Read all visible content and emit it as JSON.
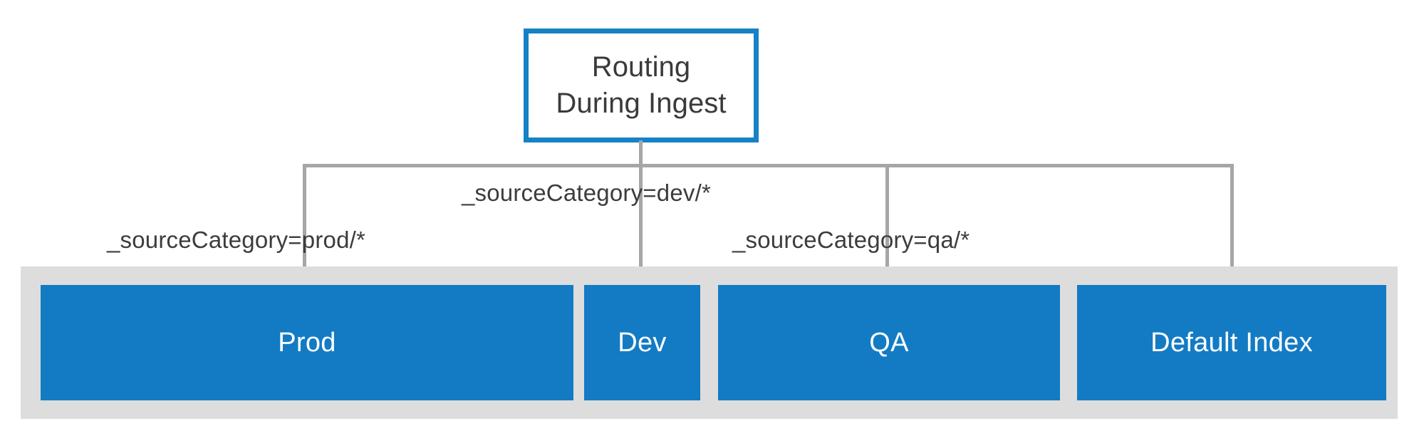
{
  "diagram": {
    "title": "Routing During Ingest",
    "source_node": {
      "label": "Routing\nDuring Ingest",
      "border_color": "#1681C4",
      "fill_color": "#FFFFFF",
      "text_color": "#3A3A3A"
    },
    "connector": {
      "color": "#A6A6A6",
      "style": "orthogonal-bus-with-arrowheads"
    },
    "container": {
      "name": "index-container",
      "fill_color": "#DDDDDD"
    },
    "edges": [
      {
        "id": "edge-prod",
        "label": "_sourceCategory=prod/*",
        "target": "Prod"
      },
      {
        "id": "edge-dev",
        "label": "_sourceCategory=dev/*",
        "target": "Dev"
      },
      {
        "id": "edge-qa",
        "label": "_sourceCategory=qa/*",
        "target": "QA"
      },
      {
        "id": "edge-default",
        "label": "",
        "target": "Default Index"
      }
    ],
    "indexes": [
      {
        "id": "prod",
        "label": "Prod",
        "color": "#137BC4",
        "text_color": "#FFFFFF"
      },
      {
        "id": "dev",
        "label": "Dev",
        "color": "#137BC4",
        "text_color": "#FFFFFF"
      },
      {
        "id": "qa",
        "label": "QA",
        "color": "#137BC4",
        "text_color": "#FFFFFF"
      },
      {
        "id": "default",
        "label": "Default Index",
        "color": "#137BC4",
        "text_color": "#FFFFFF"
      }
    ]
  }
}
